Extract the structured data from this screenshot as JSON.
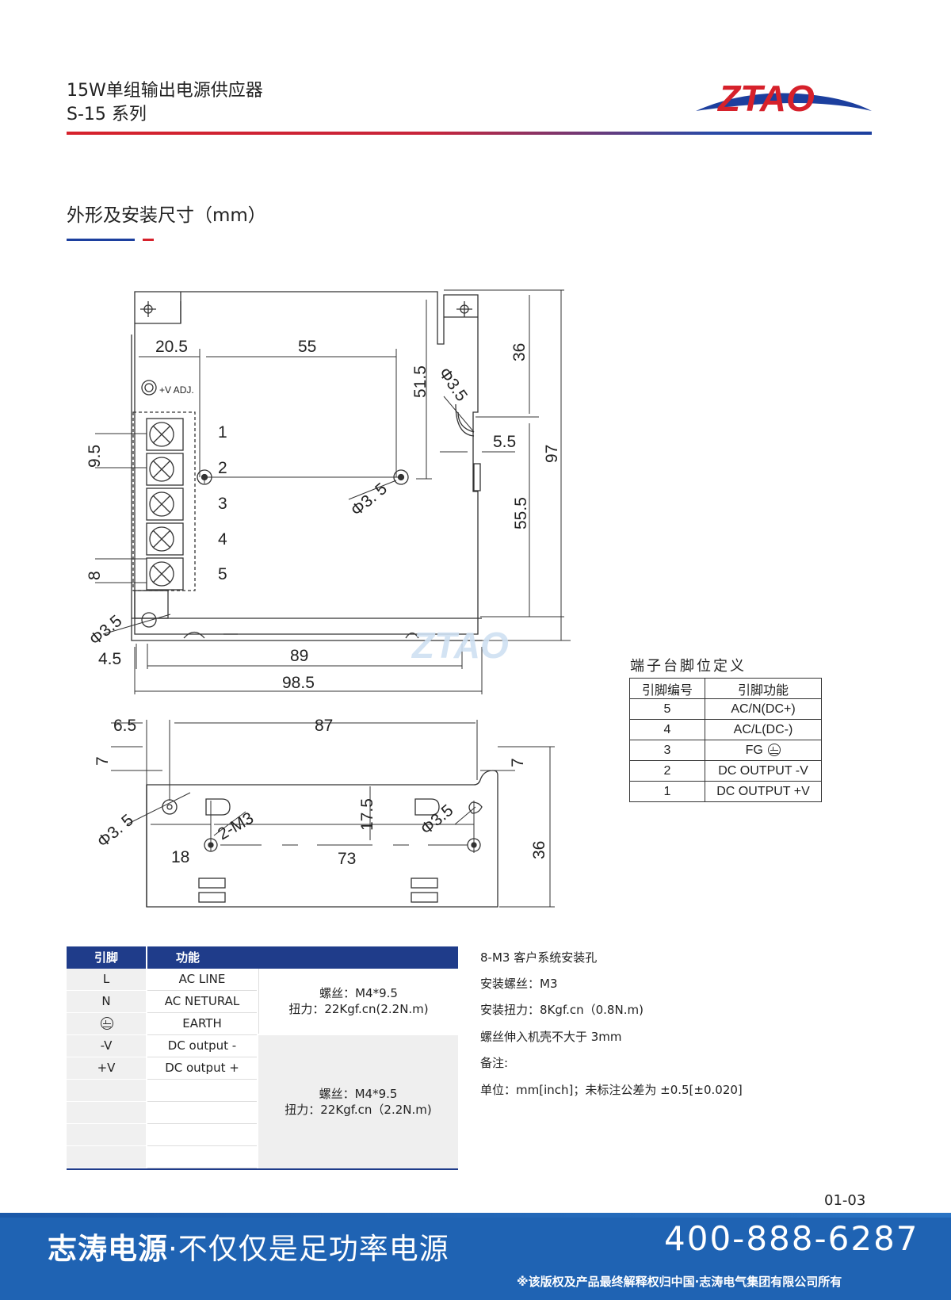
{
  "header": {
    "title": "15W单组输出电源供应器",
    "series": "S-15 系列",
    "logo_text": "ZTAO"
  },
  "section": {
    "title": "外形及安装尺寸（mm）"
  },
  "drawing_top": {
    "dims": {
      "d20_5": "20.5",
      "d55": "55",
      "d51_5": "51.5",
      "d36": "36",
      "d97": "97",
      "phi35_a": "Φ3.5",
      "d5_5": "5.5",
      "d55_5": "55.5",
      "phi35_b": "Φ3. 5",
      "d9_5": "9.5",
      "d8": "8",
      "phi35_c": "Φ3.5",
      "d4_5": "4.5",
      "d89": "89",
      "d98_5": "98.5",
      "vadj": "+V ADJ.",
      "t1": "1",
      "t2": "2",
      "t3": "3",
      "t4": "4",
      "t5": "5"
    },
    "watermark": "ZTAO"
  },
  "drawing_bottom": {
    "dims": {
      "d6_5": "6.5",
      "d87": "87",
      "d7_left": "7",
      "d7_right": "7",
      "phi35_left": "Φ3. 5",
      "m3": "2-M3",
      "d17_5": "17.5",
      "phi35_right": "Φ3.5",
      "d18": "18",
      "d73": "73",
      "d36": "36"
    }
  },
  "pin_table": {
    "title": "端子台脚位定义",
    "headers": [
      "引脚编号",
      "引脚功能"
    ],
    "rows": [
      {
        "num": "5",
        "func": "AC/N(DC+)"
      },
      {
        "num": "4",
        "func": "AC/L(DC-)"
      },
      {
        "num": "3",
        "func": "FG"
      },
      {
        "num": "2",
        "func": "DC OUTPUT -V"
      },
      {
        "num": "1",
        "func": "DC OUTPUT +V"
      }
    ]
  },
  "terminal_table": {
    "headers": [
      "引脚",
      "功能"
    ],
    "rows": [
      {
        "pin": "L",
        "func": "AC LINE"
      },
      {
        "pin": "N",
        "func": "AC NETURAL"
      },
      {
        "pin": "",
        "func": "EARTH"
      },
      {
        "pin": "-V",
        "func": "DC output -"
      },
      {
        "pin": "+V",
        "func": "DC output +"
      },
      {
        "pin": "",
        "func": ""
      },
      {
        "pin": "",
        "func": ""
      },
      {
        "pin": "",
        "func": ""
      },
      {
        "pin": "",
        "func": ""
      }
    ],
    "group1": {
      "screw": "螺丝：M4*9.5",
      "torque": "扭力：22Kgf.cn(2.2N.m)"
    },
    "group2": {
      "screw": "螺丝：M4*9.5",
      "torque": "扭力：22Kgf.cn（2.2N.m)"
    }
  },
  "notes": [
    "8-M3 客户系统安装孔",
    "安装螺丝：M3",
    "安装扭力：8Kgf.cn（0.8N.m)",
    "螺丝伸入机壳不大于 3mm",
    "备注:",
    "单位：mm[inch]；未标注公差为 ±0.5[±0.020]"
  ],
  "page_number": "01-03",
  "footer": {
    "slogan_bold": "志涛电源",
    "slogan_dot": "·",
    "slogan_rest": "不仅仅是足功率电源",
    "phone": "400-888-6287",
    "copyright": "※该版权及产品最终解释权归中国·志涛电气集团有限公司所有"
  },
  "colors": {
    "brand_blue": "#1c3f9e",
    "brand_red": "#d6212b",
    "footer_blue": "#1f63b3",
    "table_header": "#1f3c8a"
  }
}
